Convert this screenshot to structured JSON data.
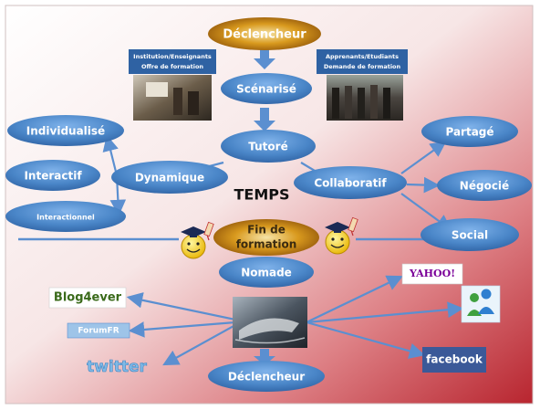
{
  "nodes": {
    "trigger_top": "Déclencheur",
    "institution_line1": "Institution/Enseignants",
    "institution_line2": "Offre de formation",
    "learners_line1": "Apprenants/Etudiants",
    "learners_line2": "Demande de formation",
    "scenarized": "Scénarisé",
    "individualized": "Individualisé",
    "tutored": "Tutoré",
    "shared": "Partagé",
    "interactive": "Interactif",
    "dynamic": "Dynamique",
    "collaborative": "Collaboratif",
    "negotiated": "Négocié",
    "time": "TEMPS",
    "interactional": "Interactionnel",
    "end_line1": "Fin de",
    "end_line2": "formation",
    "social": "Social",
    "nomadic": "Nomade",
    "trigger_bottom": "Déclencheur"
  },
  "logos": {
    "blog": "Blog4ever",
    "forum": "ForumFR",
    "twitter": "twitter",
    "yahoo": "YAHOO!",
    "facebook": "facebook"
  },
  "colors": {
    "node_blue": "#4a86c8",
    "arrow_blue": "#5b8fd0",
    "gold": "#d99a1e",
    "background_red": "#c0303a"
  }
}
